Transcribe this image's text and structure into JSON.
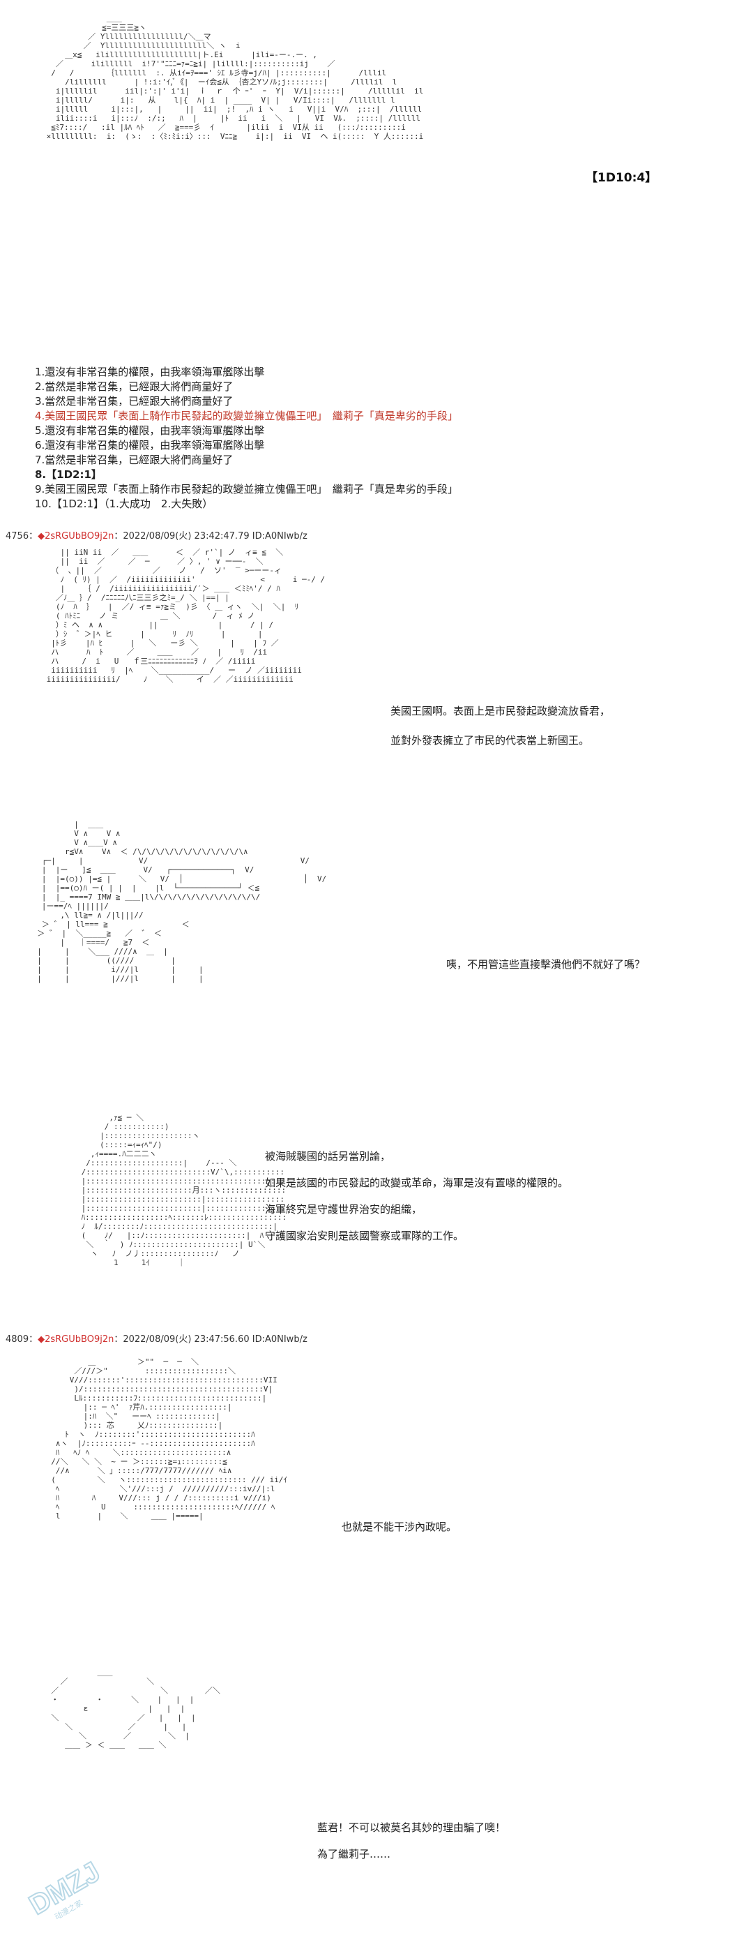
{
  "roll": {
    "result": "【1D10:4】"
  },
  "choices": [
    {
      "text": "1.還沒有非常召集的權限，由我率領海軍艦隊出擊",
      "style": "normal"
    },
    {
      "text": "2.當然是非常召集，已經跟大將們商量好了",
      "style": "normal"
    },
    {
      "text": "3.當然是非常召集，已經跟大將們商量好了",
      "style": "normal"
    },
    {
      "text": "4.美國王國民眾「表面上騎作市民發起的政變並擁立傀儡王吧」　繼莉子「真是卑劣的手段」",
      "style": "red"
    },
    {
      "text": "5.還沒有非常召集的權限，由我率領海軍艦隊出擊",
      "style": "normal"
    },
    {
      "text": "6.還沒有非常召集的權限，由我率領海軍艦隊出擊",
      "style": "normal"
    },
    {
      "text": "7.當然是非常召集，已經跟大將們商量好了",
      "style": "normal"
    },
    {
      "text": "8.【1D2:1】",
      "style": "bold"
    },
    {
      "text": "9.美國王國民眾「表面上騎作市民發起的政變並擁立傀儡王吧」　繼莉子「真是卑劣的手段」",
      "style": "normal"
    },
    {
      "text": "10.【1D2:1】（1.大成功　2.大失敗）",
      "style": "normal"
    }
  ],
  "posts": [
    {
      "number": "4756",
      "separator": "：",
      "name": "◆2sRGUbBO9j2n",
      "meta": "：2022/08/09(火) 23:42:47.79 ID:A0NIwb/z"
    },
    {
      "number": "4809",
      "separator": "：",
      "name": "◆2sRGUbBO9j2n",
      "meta": "：2022/08/09(火) 23:47:56.60 ID:A0NIwb/z"
    }
  ],
  "dialogues": {
    "d1": [
      "美國王國啊。表面上是市民發起政變流放昏君，",
      "並對外發表擁立了市民的代表當上新國王。"
    ],
    "d2": [
      "咦，不用管這些直接擊潰他們不就好了嗎？"
    ],
    "d3": [
      "被海賊襲國的話另當別論，",
      "如果是該國的市民發起的政變或革命，海軍是沒有置喙的權限的。",
      "海軍終究是守護世界治安的組織，",
      "守護國家治安則是該國警察或軍隊的工作。"
    ],
    "d4": [
      "也就是不能干涉內政呢。"
    ],
    "d5": [
      "藍君！不可以被莫名其妙的理由騙了噢！",
      "為了繼莉子……"
    ]
  },
  "art": {
    "a1": "              ＿＿\n             ≦=三三三≧ヽ\n          ／ Ylllllllllllllllll/＼＿マ\n         ／  Yllllllllllllllllllllll＼ ヽ  i\n     ＿x≦   ililllllllllllllllllll|ト.Ei      |ili=-ー‐.ー. ,\n   ／      ilillllll  i!7'\"ﾆﾆﾆ=ｧ=ﾆ≧i| |lillll:|::::::::::ij    ／\n  /   /       ｛lllllll  :. 从iｲ=ｦ===' ｼｴ ﾙ彡寺=j/ﾊ| |::::::::::|      /lllil\n     /lillllll      | !:i:'ｲ,ﾞ《|  ーｲ会≦从 ｛杏之Yソﾉﾙ;j::::::::|     /llllil  l\n   i|lllllil      iil|:':|' i'i|  ｉ  ｒ  个 ｰ'  ｰ  Y|  V/i|::::::|     /lllllil  il\n   i|lllll/      i|:   从    l|{  ﾊ| i  | ____  V| |   V/Ii::::|   /lllllll l\n   i|lllll     i|:::|,   |     ||  ii|  ;!  ,ﾊ i ヽ   i   V||i  V/ﾊ  ;:::|  /llllll\n   ilii::::i   i|:::ﾉ  :/:;   ﾊ  |     |ﾄ  ii   i  ＼   |   VI  Vﾙ.  ;::::| /llllll\n  ≦ﾐ7::::/   :il |ﾙﾊ ﾍﾄ   ／  ≧===彡  ｲ       |ilii  i  VI从 ii   (:::ﾉ:::::::::i\n ×lllllllll:  i:  (ゝ:  :〈ﾐ:ﾐi:i〉:::  Vﾆﾆ≧    i|:|  ii  VI  ヘ i(:::::  Y 人::::::i",
    "a2": "    || iiN ii  ／   ＿＿      ＜  ／ r'`| ノ  ィ≡ ≦  ＼\n    ||  ii  ／     ／  ─      ／ 〉, ' ∨ ー──‐  ＼\n  （  、||  ／           ／    ノ   /  ソ'  ‾ >─ーー-ィ\n    ﾉ  ( ﾘ) |  ／  /iiiiiiiiiiiii'              <      i ─-/ /\n    |    ｛ /  /iiiiiiiiiiiiiiiii/′＞ ＿＿ ＜ﾐﾐﾍ'/ / ﾊ\n   ／ﾉ＿ ｝/  /ﾆﾆﾆﾆﾆ八ﾆ三三彡之ﾐ=_/ ＼ |==| |\n   (ﾉ  ﾊ  ｝   |  ／/ ィ≡ =ｧ≧ミ  )彡 〈 ＿ ィヽ  ＼|  ＼|  ﾘ\n   ( ﾊﾄﾐﾆ    ノ ミ         ＿ ＼       /  ィ ﾒ ノ\n   ）ﾐ ヘ  ∧ ∧          ||             |      / | /\n   ）ｼ  ゛＞|ﾍ ヒ      |      ﾘ  ﾉﾘ      |       |\n  |ﾄ彡    |ﾊ ﾋ      |   ＼   ー彡 ＼       |    | ﾌ ／\n  ハ      ﾊ  ﾄ     ／     ＿＿    ／    |    ﾘ  /ii\n  ハ     /  i   U   ｆ三ﾆﾆﾆﾆﾆﾆﾆﾆﾆﾆﾆﾆｦ ﾉ  ／ /iiiii\n  iiiiiiiiii   ﾘ  |ﾍ    ＼___________/   ー  ノ ／iiiiiiii\n iiiiiiiiiiiiiii/     ﾉ    ＼     イ  ／ ／iiiiiiiiiiiii",
    "a3": "          |  ＿＿\n          V ∧    V ∧\n          V ∧＿＿V ∧\n        r≦V∧    V∧  ＜ /\\/\\/\\/\\/\\/\\/\\/\\/\\/\\/\\/\\∧\n   ┌─|     |            V/                                 V/\n   |  |ー   ]≦  ＿＿      V/   ┌─────────────┐  V/\n   |  |=(○)) |=≦ |      ＼   V/  │                          │  V/\n   |  |==(○)ﾊ ー( | |  |    |l  └─────────────┘ ＜≦\n   |  |_ ====7 IMW ≧ ＿＿|l\\/\\/\\/\\/\\/\\/\\/\\/\\/\\/\\/\\/\n   |ー==/ﾍ ||||||/\n       ,\\ ll≧= ∧ /|l|||//\n   ＞ ゛ | ll=== ≧                ＜\n  ＞ ゛ |  ＼_____≧   ／  ゛ ＜\n       |   ｜====/   ≧7  ＜\n  |     |    ＼___ ////∧  ＿  |\n  |     |        ((////        |\n  |     |         i///|l       |     |\n  |     |         |///|l       |     |",
    "a4": "       ,ｧ≦ ─ ＼\n      / :::::::::::)\n     |:::::::::::::::::::ヽ\n     (:::::=ｨ=ｨﾍ\"/)\n   ,ｨ====.ﾊ二二二ヽ\n  /::::::::::::::::::::|    /--- ＼\n /:::::::::::::::::::::::::::V/`\\,:::::::::::ヽ\n |:::::::::::::::::::::::::::::::::::::::::::::::::\\\n |:::::::::::::::::::::::月:::ヽ::::::::::::::::::::ﾍ\n |:::::::::::::::::::::::::|:::::::::::::::::::::::::::::|\n |:::::::::::::::::::::::::|:::::::::::::::::::::::::::::|\n ﾊ::::::::::::::::::ﾍ:::::::ﾚ:::::::::::::::::::::::ﾉ\n ﾉ  ﾙ/::::::::ﾉ::::::::::::::::::::::::::::|\n (    ﾉ/   |::ﾉ::::::::::::::::::::::|  ﾊ\n  ＼  ｀  ) ﾉ:::::::::::::::::::::::| U`＼\n   ヽ   ﾉ  ノ丿::::::::::::::::ﾉ   ノ\n        1     1ｲ      ｜",
    "a5": "          ＿         ＞\"\"  ─  ─  ＼\n       ／///＞\"        ::::::::::::::::::＼\n      V///:::::::'::::::::::::::::::::::::::::::VII\n       )/:::::::::::::::::::::::::::::::::::::::V|\n       Lﾙ:::::::::::ﾌ:::::::::::::::::::::::::::|\n         |:: ─ ﾍ'  ｧ芹ﾊ.:::::::::::::::::|\n         |:ﾊ  ＼\"   ーーﾍ :::::::::::::|\n         )::: 芯     乂ﾉ:::::::::::::::|\n     ﾄ  ヽ  ﾉ::::::::'::::::::::::::::::::::::ﾊ\n   ∧ヽ  |ﾉ::::::::::ｰ ‐‐::::::::::::::::::::::ﾊ\n   ﾊ   ﾍﾉ ﾍ     ＼:::::::::::::::::::::::∧\n  //＼   ＼ ＼  ~ ー ＞::::::≧=ｭ:::::::::≦\n   //∧      ＼ 」:::::/777/7777/////// ﾍi∧\n  (         ＼   ヽ:::::::::::::::::::::::::: /// ii/ｲ\n   ﾍ             ＼'///:::j /  //////////:::iv//|:l\n   ﾊ       ﾊ     V///::: j / / /::::::::::i v///i)\n   ﾍ         U      ::::::::::::::::::::::ﾍ////// ﾍ\n   l        |    ＼     ＿＿ |=====|",
    "a6": "            ＿＿\n    ／                 ＼\n  ／                      ＼        ／＼\n  ・        ・      ＼    |   |  |\n         ε             |   |  |\n  ＼                 ／   |   |  |\n     ＼            ／      |   |\n        ＼        ／        ＼  |\n     ＿＿ ＞ ＜ ＿＿   ＿＿ ＼"
  },
  "watermark": {
    "text": "DMZJ",
    "subtext": "动漫之家",
    "color": "#b8d8e6"
  }
}
